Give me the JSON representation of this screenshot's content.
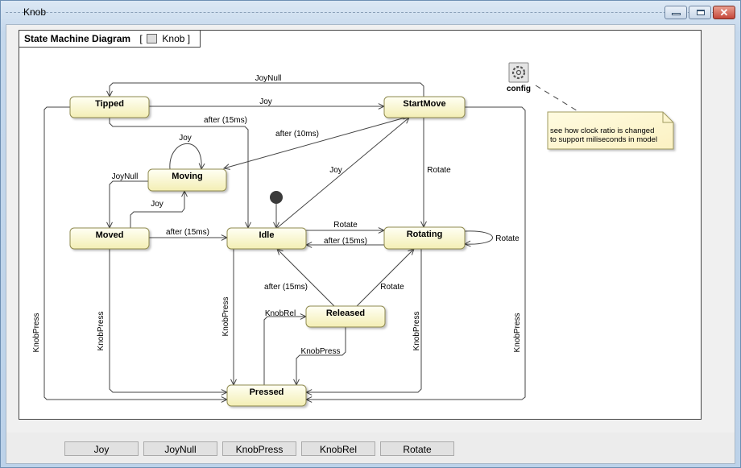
{
  "window": {
    "title": "Knob",
    "controls": [
      "minimize",
      "maximize",
      "close"
    ]
  },
  "diagram": {
    "frame_kind": "State Machine Diagram",
    "frame_open_bracket": "[",
    "frame_name": "Knob",
    "frame_close_bracket": "]",
    "states": [
      {
        "id": "tipped",
        "label": "Tipped"
      },
      {
        "id": "startmove",
        "label": "StartMove"
      },
      {
        "id": "moving",
        "label": "Moving"
      },
      {
        "id": "moved",
        "label": "Moved"
      },
      {
        "id": "idle",
        "label": "Idle"
      },
      {
        "id": "rotating",
        "label": "Rotating"
      },
      {
        "id": "released",
        "label": "Released"
      },
      {
        "id": "pressed",
        "label": "Pressed"
      }
    ],
    "transitions": [
      {
        "from": "startmove",
        "to": "tipped",
        "label": "JoyNull"
      },
      {
        "from": "tipped",
        "to": "startmove",
        "label": "Joy"
      },
      {
        "from": "tipped",
        "to": "idle",
        "label": "after (15ms)"
      },
      {
        "from": "startmove",
        "to": "moving",
        "label": "after (10ms)"
      },
      {
        "from": "moving",
        "to": "moving",
        "label": "Joy"
      },
      {
        "from": "moving",
        "to": "moved",
        "label": "JoyNull"
      },
      {
        "from": "moved",
        "to": "moving",
        "label": "Joy"
      },
      {
        "from": "idle",
        "to": "startmove",
        "label": "Joy"
      },
      {
        "from": "startmove",
        "to": "rotating",
        "label": "Rotate"
      },
      {
        "from": "moved",
        "to": "idle",
        "label": "after (15ms)"
      },
      {
        "from": "idle",
        "to": "rotating",
        "label": "Rotate"
      },
      {
        "from": "rotating",
        "to": "idle",
        "label": "after (15ms)"
      },
      {
        "from": "rotating",
        "to": "rotating",
        "label": "Rotate"
      },
      {
        "from": "released",
        "to": "idle",
        "label": "after (15ms)"
      },
      {
        "from": "released",
        "to": "rotating",
        "label": "Rotate"
      },
      {
        "from": "pressed",
        "to": "released",
        "label": "KnobRel"
      },
      {
        "from": "released",
        "to": "pressed",
        "label": "KnobPress"
      },
      {
        "from": "idle",
        "to": "pressed",
        "label": "KnobPress"
      },
      {
        "from": "moved",
        "to": "pressed",
        "label": "KnobPress"
      },
      {
        "from": "rotating",
        "to": "pressed",
        "label": "KnobPress"
      },
      {
        "from": "tipped",
        "to": "pressed",
        "label": "KnobPress"
      },
      {
        "from": "startmove",
        "to": "pressed",
        "label": "KnobPress"
      }
    ],
    "config": {
      "label": "config",
      "icon": "gear-icon"
    },
    "note": {
      "line1": "see how clock ratio is changed",
      "line2": "to support miliseconds in model"
    }
  },
  "signal_buttons": [
    "Joy",
    "JoyNull",
    "KnobPress",
    "KnobRel",
    "Rotate"
  ],
  "colors": {
    "state_fill_top": "#fffff0",
    "state_fill_bottom": "#f5f0b8",
    "state_border": "#8f8a50",
    "note_fill": "#fff8d0",
    "close_button": "#c5473a"
  }
}
